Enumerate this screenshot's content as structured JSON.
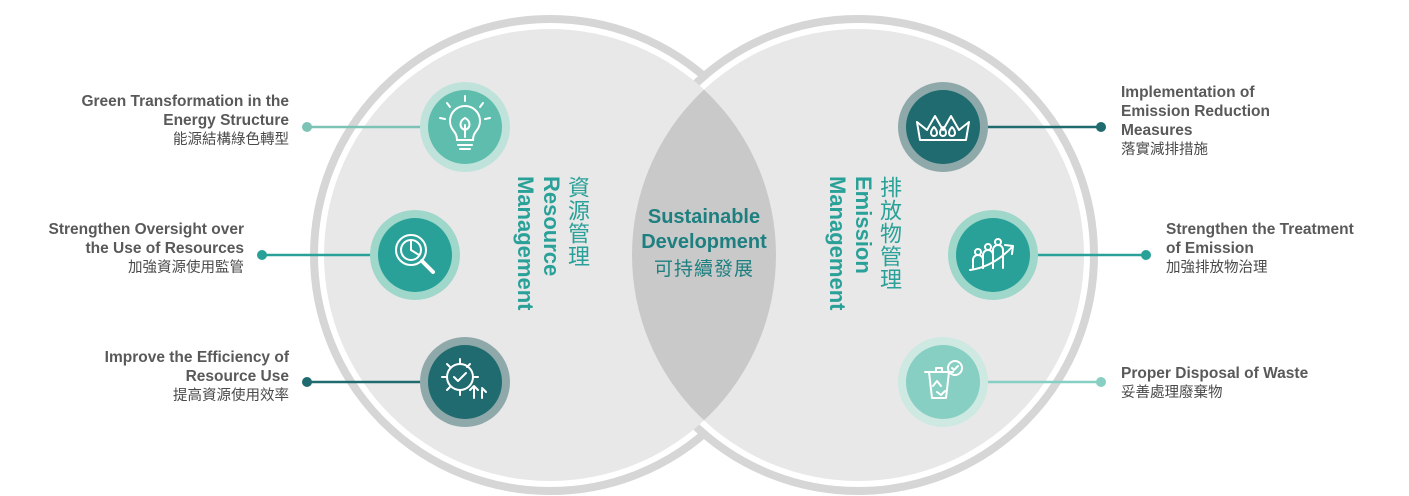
{
  "center": {
    "title_line1": "Sustainable",
    "title_line2": "Development",
    "title_zh": "可持續發展"
  },
  "left_circle": {
    "label_zh": "資源管理",
    "label_en_line1": "Resource",
    "label_en_line2": "Management"
  },
  "right_circle": {
    "label_zh": "排放物管理",
    "label_en_line1": "Emission",
    "label_en_line2": "Management"
  },
  "left_items": [
    {
      "en_line1": "Green Transformation in the",
      "en_line2": "Energy Structure",
      "zh": "能源結構綠色轉型",
      "icon": "lightbulb-leaf-icon"
    },
    {
      "en_line1": "Strengthen Oversight over",
      "en_line2": "the Use of Resources",
      "zh": "加強資源使用監管",
      "icon": "magnifier-chart-icon"
    },
    {
      "en_line1": "Improve the Efficiency of",
      "en_line2": "Resource Use",
      "zh": "提高資源使用效率",
      "icon": "gear-check-arrow-icon"
    }
  ],
  "right_items": [
    {
      "en_line1": "Implementation of",
      "en_line2": "Emission Reduction",
      "en_line3": "Measures",
      "zh": "落實減排措施",
      "icon": "crown-drops-icon"
    },
    {
      "en_line1": "Strengthen the Treatment",
      "en_line2": "of Emission",
      "zh": "加強排放物治理",
      "icon": "people-growth-arrow-icon"
    },
    {
      "en_line1": "Proper Disposal of Waste",
      "zh": "妥善處理廢棄物",
      "icon": "recycle-bin-icon"
    }
  ],
  "colors": {
    "circle_fill": "#e8e8e8",
    "circle_ring": "#d4d4d4",
    "overlap": "#c7c7c7",
    "teal_dark": "#1f6b6f",
    "teal_mid": "#2aa198",
    "teal_light": "#5fbdad",
    "teal_pale": "#86cfc2",
    "text_grey": "#595959"
  }
}
